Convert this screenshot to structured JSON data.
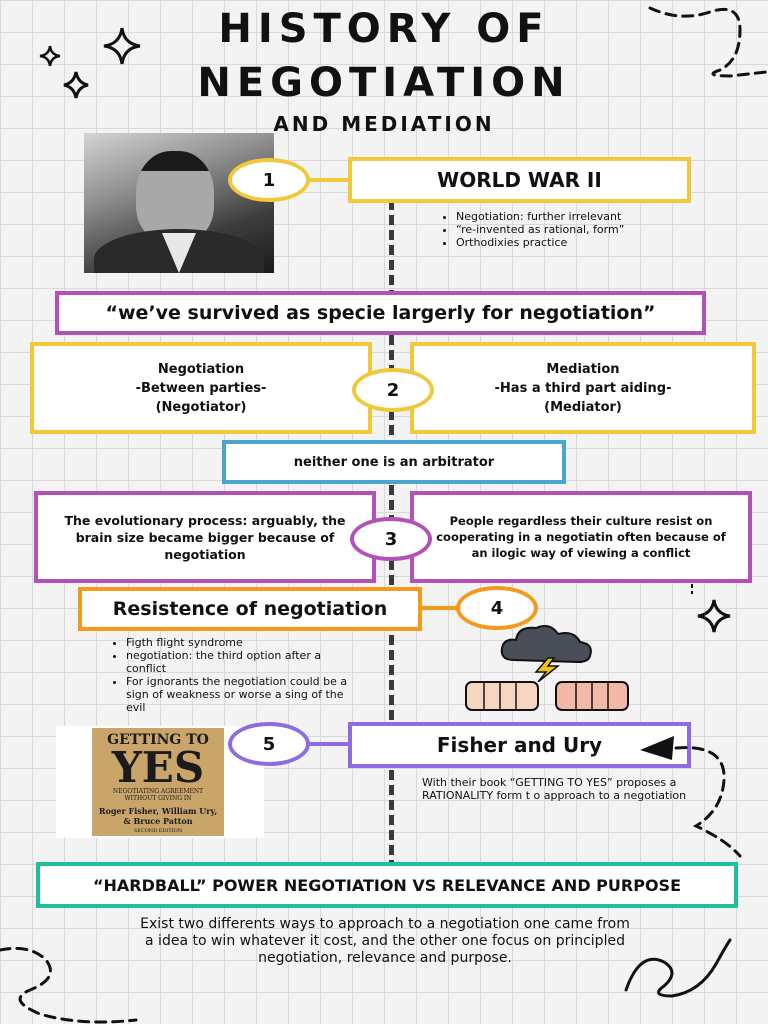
{
  "header": {
    "title_line1": "HISTORY OF",
    "title_line2": "NEGOTIATION",
    "subtitle": "AND MEDIATION"
  },
  "colors": {
    "yellow": "#f0c93a",
    "purple": "#b451b8",
    "blue": "#4aa6cf",
    "orange": "#f39a1e",
    "violet": "#8d6ae6",
    "green": "#1fbf9c"
  },
  "step1": {
    "number": "1",
    "heading": "WORLD WAR II",
    "bullets": [
      "Negotiation: further irrelevant",
      "“re-invented as rational, form”",
      "Orthodixies practice"
    ]
  },
  "quote": "“we’ve survived as specie largerly for  negotiation”",
  "step2": {
    "number": "2",
    "left": {
      "line1": "Negotiation",
      "line2": "-Between parties-",
      "line3": "(Negotiator)"
    },
    "right": {
      "line1": "Mediation",
      "line2": "-Has a third part aiding-",
      "line3": "(Mediator)"
    }
  },
  "arbitrator": "neither one is an arbitrator",
  "step3": {
    "number": "3",
    "left": "The evolutionary process: arguably, the brain size  became bigger because of negotiation",
    "right": "People regardless their culture resist on cooperating in a negotiatin often because of an ilogic way of viewing a conflict"
  },
  "step4": {
    "number": "4",
    "heading": "Resistence of negotiation",
    "bullets": [
      "Figth flight syndrome",
      "negotiation: the third option after a conflict",
      "For ignorants the negotiation could be a sign of weakness or worse a sing of the evil"
    ]
  },
  "step5": {
    "number": "5",
    "heading": "Fisher and Ury",
    "text": "With their  book  “GETTING TO YES” proposes  a RATIONALITY form t o approach to a negotiation",
    "book": {
      "title_top": "GETTING TO",
      "title_big": "YES",
      "sub1": "NEGOTIATING AGREEMENT",
      "sub2": "WITHOUT GIVING IN",
      "authors1": "Roger Fisher, William Ury,",
      "authors2": "& Bruce Patton",
      "edition": "SECOND EDITION"
    }
  },
  "footer": {
    "banner": "“HARDBALL” POWER NEGOTIATION VS  RELEVANCE AND PURPOSE",
    "text": "Exist two differents ways to approach to a negotiation one came from a   idea to win whatever  it cost, and the other one focus on principled negotiation, relevance and purpose."
  },
  "icons": [
    "sparkle-icon",
    "storm-cloud-icon",
    "lightning-icon",
    "fist-icon",
    "arrow-pointer-icon",
    "squiggle-icon"
  ]
}
